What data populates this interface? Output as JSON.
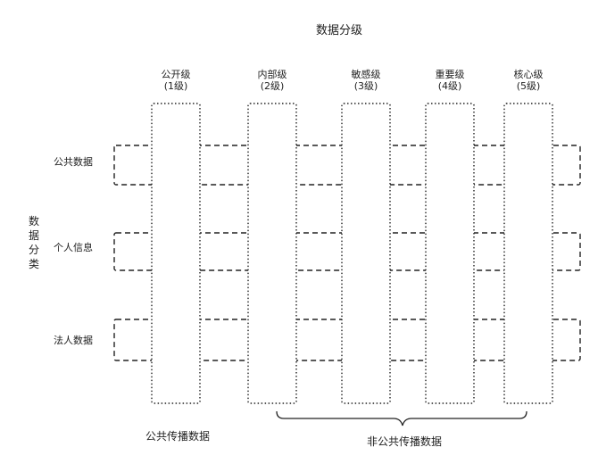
{
  "title": "数据分级",
  "y_title": "数据分类",
  "levels": [
    {
      "name": "公开级",
      "code": "(1级)"
    },
    {
      "name": "内部级",
      "code": "(2级)"
    },
    {
      "name": "敏感级",
      "code": "(3级)"
    },
    {
      "name": "重要级",
      "code": "(4级)"
    },
    {
      "name": "核心级",
      "code": "(5级)"
    }
  ],
  "categories": [
    "公共数据",
    "个人信息",
    "法人数据"
  ],
  "bottom_left": "公共传播数据",
  "bottom_right": "非公共传播数据"
}
